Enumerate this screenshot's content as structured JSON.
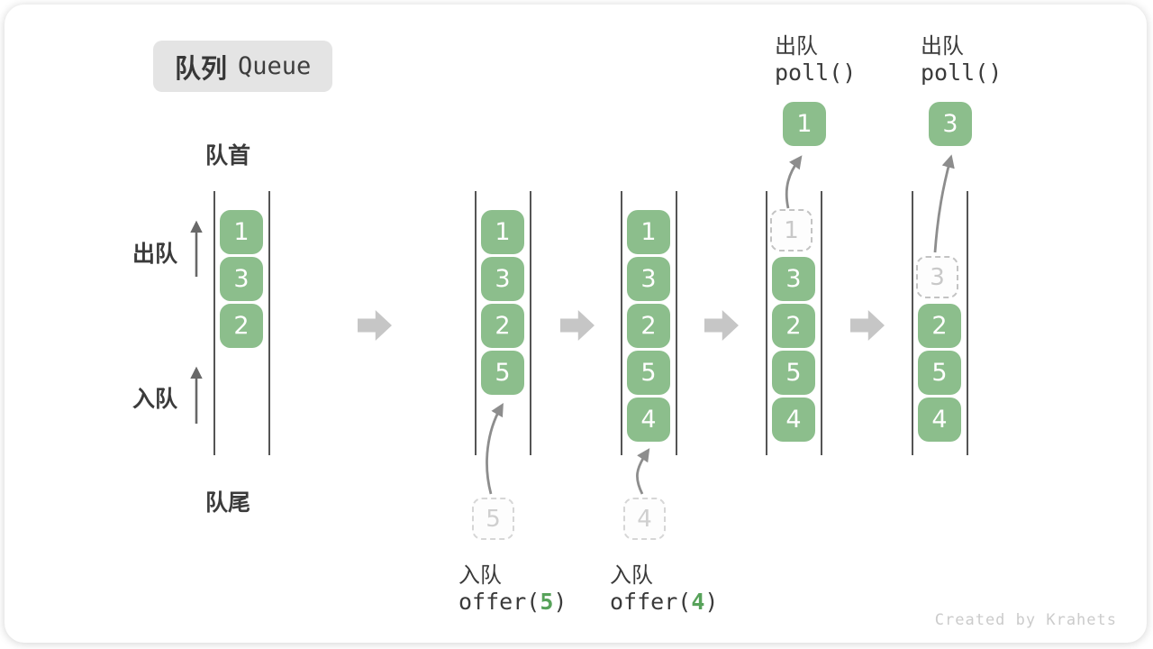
{
  "title": {
    "zh": "队列",
    "en": "Queue"
  },
  "labels": {
    "front": "队首",
    "rear": "队尾",
    "dequeue_side": "出队",
    "enqueue_side": "入队"
  },
  "queues": [
    {
      "cells": [
        "1",
        "3",
        "2"
      ]
    },
    {
      "cells": [
        "1",
        "3",
        "2",
        "5"
      ]
    },
    {
      "cells": [
        "1",
        "3",
        "2",
        "5",
        "4"
      ]
    },
    {
      "ghost": "1",
      "cells": [
        "3",
        "2",
        "5",
        "4"
      ]
    },
    {
      "ghost": "3",
      "cells": [
        "2",
        "5",
        "4"
      ]
    }
  ],
  "enqueue_ops": [
    {
      "label": "入队",
      "fn_open": "offer(",
      "arg": "5",
      "fn_close": ")",
      "ghost": "5"
    },
    {
      "label": "入队",
      "fn_open": "offer(",
      "arg": "4",
      "fn_close": ")",
      "ghost": "4"
    }
  ],
  "dequeue_ops": [
    {
      "label": "出队",
      "code": "poll()",
      "value": "1"
    },
    {
      "label": "出队",
      "code": "poll()",
      "value": "3"
    }
  ],
  "watermark": "Created by Krahets",
  "colors": {
    "box_green": "#8cbe8c",
    "code_green": "#57a25a",
    "text_dark": "#3a3a3a",
    "block_arrow_gray": "#c6c6c6",
    "ghost_gray": "#c8c8c8"
  }
}
